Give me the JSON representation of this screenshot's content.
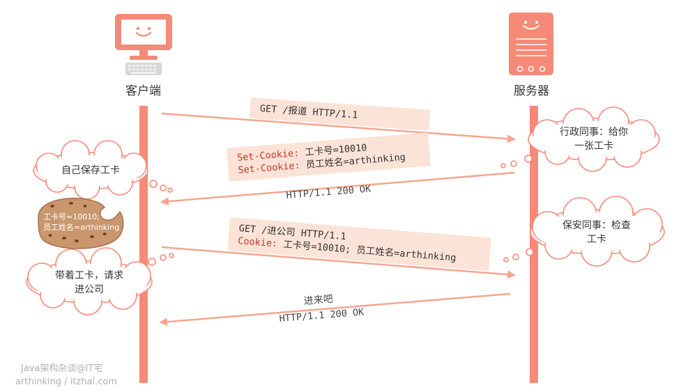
{
  "actors": {
    "client": "客户端",
    "server": "服务器"
  },
  "messages": {
    "m1": "GET /报道 HTTP/1.1",
    "m2_line1_key": "Set-Cookie:",
    "m2_line1_val": " 工卡号=10010",
    "m2_line2_key": "Set-Cookie:",
    "m2_line2_val": " 员工姓名=arthinking",
    "m2_status": "HTTP/1.1 200 OK",
    "m3_line1": "GET /进公司 HTTP/1.1",
    "m3_line2_key": "Cookie:",
    "m3_line2_val": " 工卡号=10010; 员工姓名=arthinking",
    "m4_text": "进来吧",
    "m4_status": "HTTP/1.1 200 OK"
  },
  "thoughts": {
    "server_1_line1": "行政同事：给你",
    "server_1_line2": "一张工卡",
    "client_1": "自己保存工卡",
    "server_2_line1": "保安同事：检查",
    "server_2_line2": "工卡",
    "client_2_line1": "带着工卡，请求",
    "client_2_line2": "进公司"
  },
  "cookie_text": {
    "line1": "工卡号=10010;",
    "line2": "员工姓名=arthinking"
  },
  "watermark": {
    "line1": "Java架构杂谈@IT宅",
    "line2": "arthinking / itzhai.com"
  },
  "colors": {
    "accent": "#f58a78",
    "tag_bg": "#fbe3d7",
    "key_red": "#c9372f",
    "cookie": "#c9966d"
  }
}
